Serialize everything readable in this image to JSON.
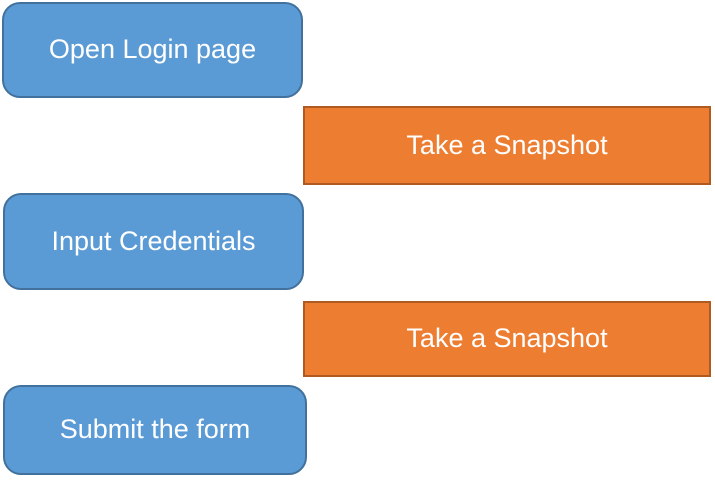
{
  "diagram": {
    "description": "Login flow process diagram with snapshot actions",
    "colors": {
      "step_fill": "#5b9bd5",
      "step_border": "#41719c",
      "action_fill": "#ed7d31",
      "action_border": "#ae5a21",
      "text": "#ffffff",
      "background": "#ffffff"
    },
    "nodes": [
      {
        "id": "open-login-page",
        "type": "step",
        "label": "Open Login page"
      },
      {
        "id": "take-snapshot-1",
        "type": "action",
        "label": "Take a Snapshot"
      },
      {
        "id": "input-credentials",
        "type": "step",
        "label": "Input Credentials"
      },
      {
        "id": "take-snapshot-2",
        "type": "action",
        "label": "Take a Snapshot"
      },
      {
        "id": "submit-the-form",
        "type": "step",
        "label": "Submit the form"
      }
    ]
  }
}
